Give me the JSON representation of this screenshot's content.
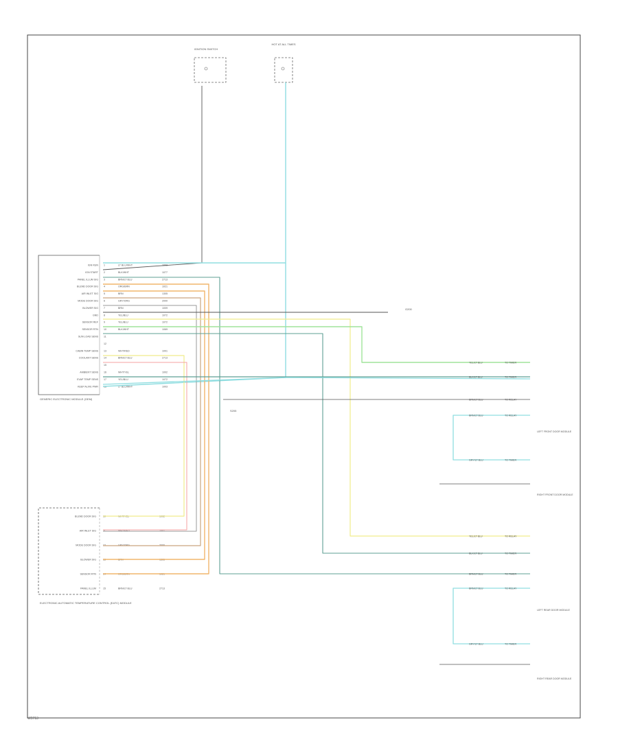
{
  "page_id": "W9713",
  "components": {
    "ign_switch": {
      "label": "IGNITION SWITCH"
    },
    "hot_fuse": {
      "label": "HOT AT ALL TIMES"
    },
    "module_a": {
      "label": "GENERIC ELECTRONIC MODULE (GEM)"
    },
    "module_b": {
      "label": "ELECTRONIC AUTOMATIC TEMPERATURE CONTROL (EATC) MODULE"
    },
    "ground": {
      "label": "G200"
    },
    "splice": {
      "label": "S205"
    }
  },
  "pins_a": [
    {
      "num": "1",
      "name": "IGN RUN",
      "color": "LT BLU/WHT",
      "circuit": "1003"
    },
    {
      "num": "2",
      "name": "IGN START",
      "color": "BLK/WHT",
      "circuit": "1077"
    },
    {
      "num": "3",
      "name": "PANEL ILLUM SIG",
      "color": "BRN/LT BLU",
      "circuit": "2713"
    },
    {
      "num": "4",
      "name": "BLEND DOOR SIG",
      "color": "ORG/BRN",
      "circuit": "1021"
    },
    {
      "num": "5",
      "name": "AIR INLET SIG",
      "color": "BRN",
      "circuit": "1305"
    },
    {
      "num": "6",
      "name": "MODE DOOR SIG",
      "color": "GRY/ORG",
      "circuit": "2000"
    },
    {
      "num": "7",
      "name": "BLOWER SIG",
      "color": "BRN",
      "circuit": "1009"
    },
    {
      "num": "8",
      "name": "GND",
      "color": "YEL/BLU",
      "circuit": "1072"
    },
    {
      "num": "9",
      "name": "SENSOR REF",
      "color": "YEL/BLU",
      "circuit": "1072"
    },
    {
      "num": "10",
      "name": "SENSOR RTN",
      "color": "BLK/WHT",
      "circuit": "1069"
    },
    {
      "num": "11",
      "name": "SUN LOAD SENS",
      "color": "",
      "circuit": ""
    },
    {
      "num": "12",
      "name": "",
      "color": "",
      "circuit": ""
    },
    {
      "num": "13",
      "name": "CABIN TEMP SENS",
      "color": "WHT/RED",
      "circuit": "1001"
    },
    {
      "num": "14",
      "name": "COOLANT SENS",
      "color": "BRN/LT BLU",
      "circuit": "2713"
    },
    {
      "num": "15",
      "name": "",
      "color": "",
      "circuit": ""
    },
    {
      "num": "16",
      "name": "AMBIENT SENS",
      "color": "WHT/YEL",
      "circuit": "1002"
    },
    {
      "num": "17",
      "name": "EVAP TEMP SENS",
      "color": "YEL/BLU",
      "circuit": "1072"
    },
    {
      "num": "18",
      "name": "KEEP ALIVE PWR",
      "color": "LT BLU/WHT",
      "circuit": "1003"
    }
  ],
  "pins_b": [
    {
      "num": "10",
      "name": "BLEND DOOR SIG",
      "color": "WHT/YEL",
      "circuit": "1002"
    },
    {
      "num": "11",
      "name": "AIR INLET SIG",
      "color": "WHT/RED",
      "circuit": "1001"
    },
    {
      "num": "12",
      "name": "MODE DOOR SIG",
      "color": "GRY/ORG",
      "circuit": "2000"
    },
    {
      "num": "13",
      "name": "BLOWER SIG",
      "color": "BRN",
      "circuit": "1305"
    },
    {
      "num": "14",
      "name": "SENSOR RTN",
      "color": "ORG/BRN",
      "circuit": "1021"
    },
    {
      "num": "15",
      "name": "PANEL ILLUM",
      "color": "BRN/LT BLU",
      "circuit": "2713"
    }
  ],
  "right_wires": [
    {
      "color": "YEL/LT BLU",
      "circuit": "TO TIMER"
    },
    {
      "color": "BLK/LT BLU",
      "circuit": "TO TIMER"
    },
    {
      "color": "BRN/LT BLU",
      "circuit": "TO RELAY"
    },
    {
      "color": "BRN/LT BLU",
      "circuit": "TO RELAY"
    },
    {
      "color": "GRY/LT BLU",
      "circuit": "TO TIMER"
    },
    {
      "color": "YEL/LT BLU",
      "circuit": "TO RELAY"
    },
    {
      "color": "BLK/LT BLU",
      "circuit": "TO TIMER"
    },
    {
      "color": "BRN/LT BLU",
      "circuit": "TO TIMER"
    },
    {
      "color": "BRN/LT BLU",
      "circuit": "TO RELAY"
    },
    {
      "color": "GRY/LT BLU",
      "circuit": "TO TIMER"
    }
  ],
  "right_notes": [
    {
      "text": "LEFT FRONT DOOR MODULE"
    },
    {
      "text": "RIGHT FRONT DOOR MODULE"
    },
    {
      "text": "LEFT REAR DOOR MODULE"
    },
    {
      "text": "RIGHT REAR DOOR MODULE"
    }
  ],
  "colors": {
    "ltblu": "#8fdde0",
    "green": "#9fe39a",
    "yellow": "#f1ec8a",
    "orange": "#f1b56c",
    "brown": "#c9a57f",
    "red": "#f4a0a0",
    "gray": "#9a9a9a",
    "teal": "#5e9f93",
    "dark": "#555555"
  }
}
